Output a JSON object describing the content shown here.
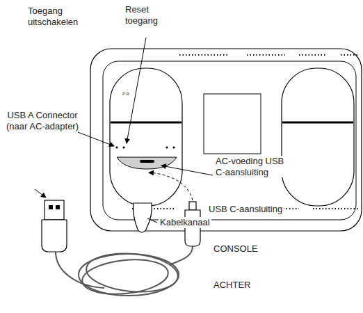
{
  "diagram": {
    "labels": [
      "Toegang uitschakelen",
      "Reset toegang",
      "USB A Connector (naar AC-adapter)",
      "P R",
      "AC-voeding USB C-aansluiting",
      "Kabelkanaal",
      "USB C-aansluiting",
      "CONSOLE",
      "ACHTER"
    ]
  }
}
